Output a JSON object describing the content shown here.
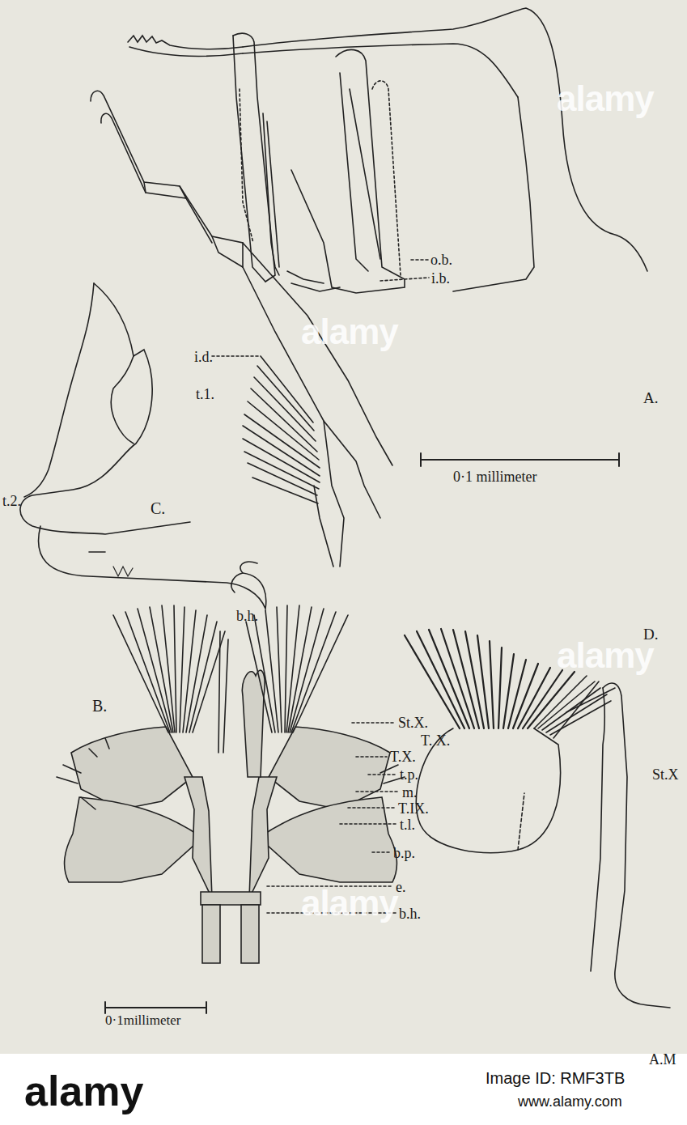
{
  "diagram": {
    "labels": [
      "o.b.",
      "i.b.",
      "i.d.",
      "t.1.",
      "A.",
      "0·1 millimeter",
      "t.2.",
      "C.",
      "b.h.",
      "D.",
      "B.",
      "St.X.",
      "T.X.",
      "t.p.",
      "m.",
      "T.IX.",
      "t.l.",
      "b.p.",
      "e.",
      "b.h.",
      "0·1millimeter",
      "T. X.",
      "St.X",
      "A.M",
      "alamy",
      "alamy",
      "alamy",
      "alamy",
      "alamy",
      "Image ID: RMF3TB",
      "www.alamy.com"
    ]
  }
}
